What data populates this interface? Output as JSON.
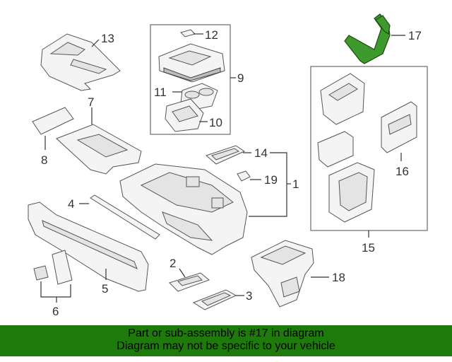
{
  "callouts": {
    "c1": "1",
    "c2": "2",
    "c3": "3",
    "c4": "4",
    "c5": "5",
    "c6": "6",
    "c7": "7",
    "c8": "8",
    "c9": "9",
    "c10": "10",
    "c11": "11",
    "c12": "12",
    "c13": "13",
    "c14": "14",
    "c15": "15",
    "c16": "16",
    "c17": "17",
    "c18": "18",
    "c19": "19"
  },
  "colors": {
    "highlight": "#3f9a2e",
    "banner": "#1f7a0c"
  },
  "banner": {
    "line1": "Part or sub-assembly is #17 in diagram",
    "line2": "Diagram may not be specific to your vehicle"
  }
}
